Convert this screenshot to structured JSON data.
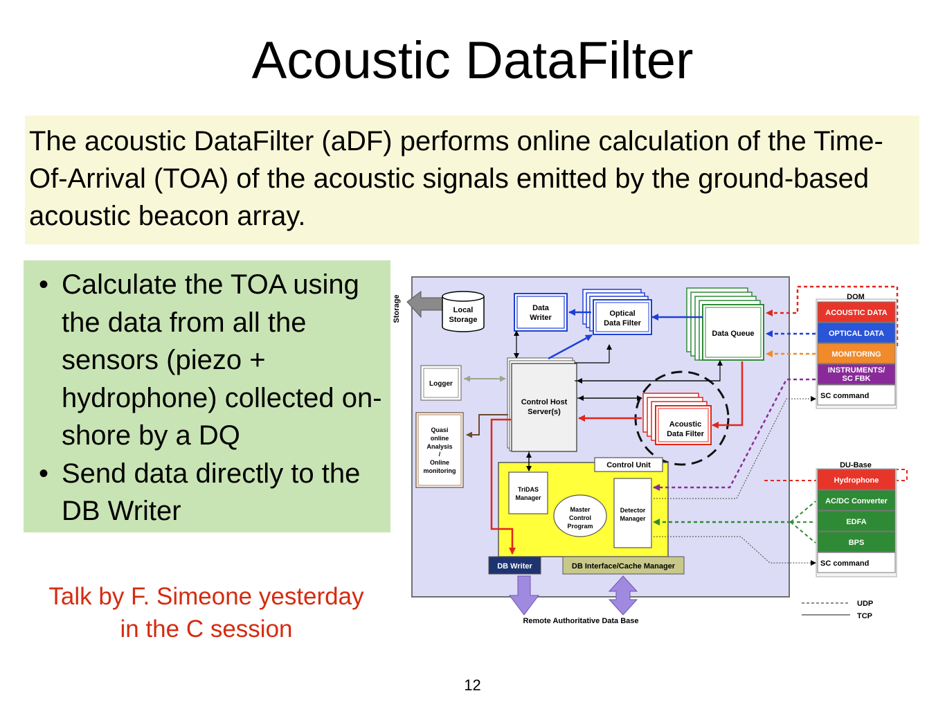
{
  "slide": {
    "title": "Acoustic DataFilter",
    "intro": "The acoustic DataFilter (aDF) performs online calculation of the Time-Of-Arrival (TOA) of the acoustic signals emitted by the ground-based acoustic beacon array.",
    "bullets": [
      "Calculate the TOA using the data from all the sensors (piezo + hydrophone) collected on-shore by a DQ",
      "Send data directly to the DB Writer"
    ],
    "talk_note": [
      "Talk by F. Simeone yesterday",
      "in the C session"
    ],
    "page_number": "12"
  },
  "diagram": {
    "storage_label": "Storage",
    "local_storage": [
      "Local",
      "Storage"
    ],
    "data_writer": [
      "Data",
      "Writer"
    ],
    "optical_data_filter": [
      "Optical",
      "Data Filter"
    ],
    "data_queue": "Data Queue",
    "logger": "Logger",
    "control_host_server": [
      "Control Host",
      "Server(s)"
    ],
    "quasi_online": [
      "Quasi",
      "online",
      "Analysis",
      "/",
      "Online",
      "monitoring"
    ],
    "acoustic_data_filter": [
      "Acoustic",
      "Data Filter"
    ],
    "control_unit": "Control Unit",
    "tridas_manager": [
      "TriDAS",
      "Manager"
    ],
    "master_control_program": [
      "Master",
      "Control",
      "Program"
    ],
    "detector_manager": [
      "Detector",
      "Manager"
    ],
    "db_writer": "DB Writer",
    "db_interface": "DB Interface/Cache Manager",
    "remote_db": "Remote Authoritative Data Base",
    "dom": {
      "header": "DOM",
      "items": [
        {
          "label": "ACOUSTIC DATA",
          "color": "#e8352a"
        },
        {
          "label": "OPTICAL DATA",
          "color": "#2a55d8"
        },
        {
          "label": "MONITORING",
          "color": "#f08a2a"
        },
        {
          "label": [
            "INSTRUMENTS/",
            "SC FBK"
          ],
          "color": "#8a2a9a"
        },
        {
          "label": "SC command",
          "color": "#ffffff"
        }
      ]
    },
    "du_base": {
      "header": "DU-Base",
      "items": [
        {
          "label": "Hydrophone",
          "color": "#e8352a"
        },
        {
          "label": "AC/DC Converter",
          "color": "#2f8a36"
        },
        {
          "label": "EDFA",
          "color": "#2f8a36"
        },
        {
          "label": "BPS",
          "color": "#2f8a36"
        },
        {
          "label": "SC command",
          "color": "#ffffff"
        }
      ]
    },
    "legend": {
      "udp": "UDP",
      "tcp": "TCP"
    }
  }
}
